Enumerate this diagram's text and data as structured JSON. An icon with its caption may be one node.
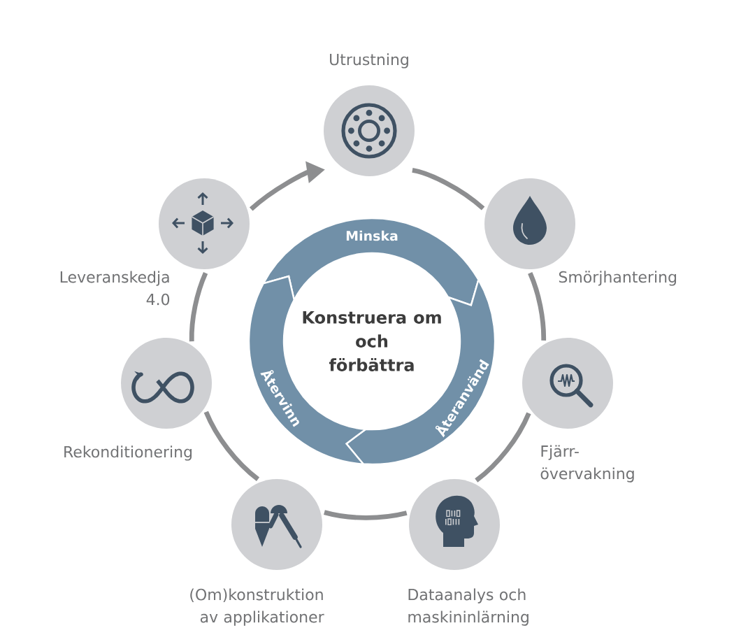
{
  "diagram": {
    "nodes": [
      {
        "text": [
          "Utrustning"
        ]
      },
      {
        "text": [
          "Smörjhantering"
        ]
      },
      {
        "text": [
          "Fjärr- övervakning"
        ]
      },
      {
        "text": [
          "Dataanalys och maskininlärning"
        ]
      },
      {
        "text": [
          "(Om)konstruktion av applikationer"
        ]
      },
      {
        "text": [
          "Rekonditionering"
        ]
      },
      {
        "text": [
          "Leveranskedja 4.0"
        ]
      },
      {
        "text": [
          "Minska"
        ]
      },
      {
        "text": [
          "Återanvänd"
        ]
      },
      {
        "text": [
          "Återvinn"
        ]
      },
      {
        "text": [
          "Konstruera om och förbättra"
        ]
      }
    ],
    "edges": [
      {
        "from": 0,
        "to": 1,
        "arrow": "none"
      },
      {
        "from": 1,
        "to": 2,
        "arrow": "none"
      },
      {
        "from": 2,
        "to": 3,
        "arrow": "none"
      },
      {
        "from": 3,
        "to": 4,
        "arrow": "none"
      },
      {
        "from": 4,
        "to": 5,
        "arrow": "none"
      },
      {
        "from": 5,
        "to": 6,
        "arrow": "none"
      },
      {
        "from": 6,
        "to": 0,
        "arrow": "to"
      }
    ]
  }
}
